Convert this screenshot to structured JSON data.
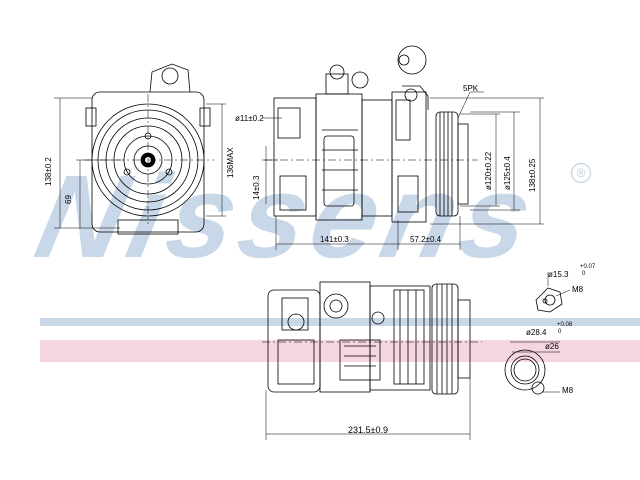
{
  "watermark": {
    "brand": "Nissens",
    "registered_mark": "®"
  },
  "colors": {
    "watermark_blue": "#c9d8e8",
    "watermark_red": "#f6d6de",
    "line": "#000000"
  },
  "front_view": {
    "dim_height_total": "138±0.2",
    "dim_max": "136MAX",
    "dim_center_height": "69"
  },
  "side_view": {
    "dim_fitting_diameter": "ø11±0.2",
    "dim_mount_offset": "14±0.3",
    "dim_body_length": "141±0.3",
    "dim_pulley_offset": "57.2±0.4",
    "belt_label": "5PK",
    "dim_pulley_inner": "ø120±0.22",
    "dim_pulley_outer": "ø125±0.4",
    "dim_height_total": "138±0.25"
  },
  "bottom_view": {
    "dim_overall_length": "231.5±0.9"
  },
  "port_details": {
    "small_port_diameter": "ø15.3",
    "small_port_tol": "+0.07",
    "small_port_tol_low": "0",
    "small_port_thread": "M8",
    "large_port_diameter": "ø28.4",
    "large_port_tol": "+0.08",
    "large_port_tol_low": "0",
    "large_port_inner": "ø26",
    "large_port_thread": "M8"
  }
}
